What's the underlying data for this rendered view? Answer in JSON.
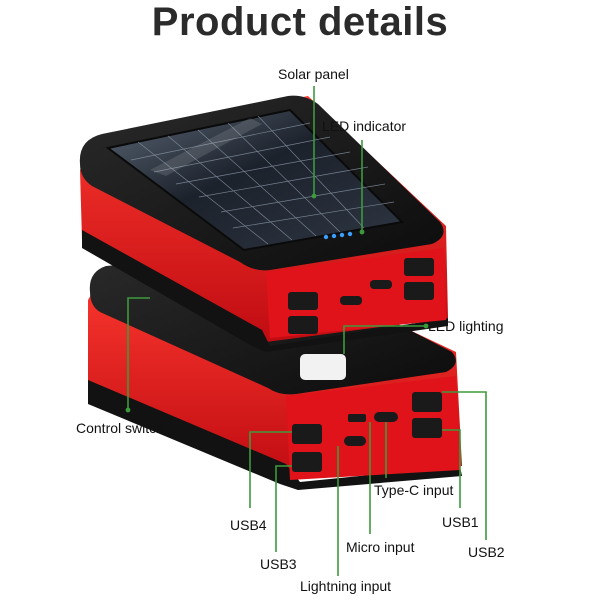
{
  "title": "Product details",
  "labels": {
    "solar_panel": "Solar panel",
    "led_indicator": "LED indicator",
    "led_lighting": "LED lighting",
    "control_switch": "Control switch",
    "type_c_input": "Type-C input",
    "usb1": "USB1",
    "usb2": "USB2",
    "usb3": "USB3",
    "usb4": "USB4",
    "micro_input": "Micro input",
    "lightning_input": "Lightning  input"
  },
  "colors": {
    "body_black": "#141414",
    "shell_red": "#e8141c",
    "callout_green": "#3c9a3c",
    "led_blue": "#3aa0ff"
  }
}
